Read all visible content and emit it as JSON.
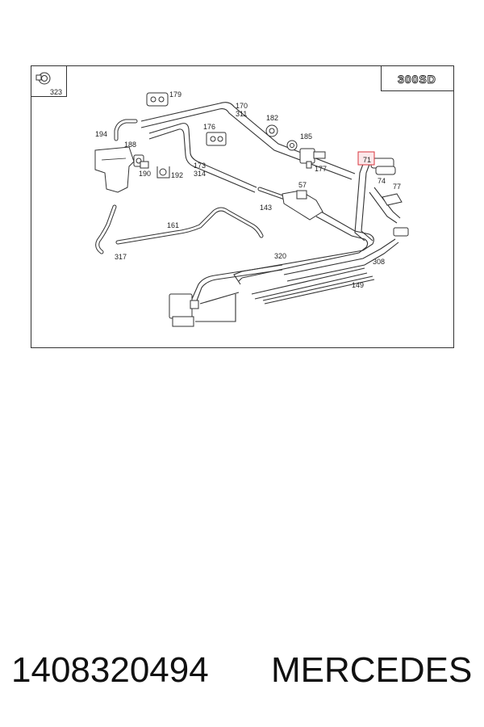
{
  "diagram": {
    "model_badge": "300SD",
    "highlight_color": "#d9363e",
    "callouts": {
      "c323": "323",
      "c179": "179",
      "c170": "170",
      "c311": "311",
      "c182": "182",
      "c194": "194",
      "c176": "176",
      "c185": "185",
      "c188": "188",
      "c177": "177",
      "c71": "71",
      "c190": "190",
      "c192": "192",
      "c173": "173",
      "c314": "314",
      "c74": "74",
      "c77": "77",
      "c57": "57",
      "c143": "143",
      "c161": "161",
      "c317": "317",
      "c320": "320",
      "c308": "308",
      "c149": "149"
    }
  },
  "footer": {
    "part_number": "1408320494",
    "brand": "MERCEDES"
  }
}
